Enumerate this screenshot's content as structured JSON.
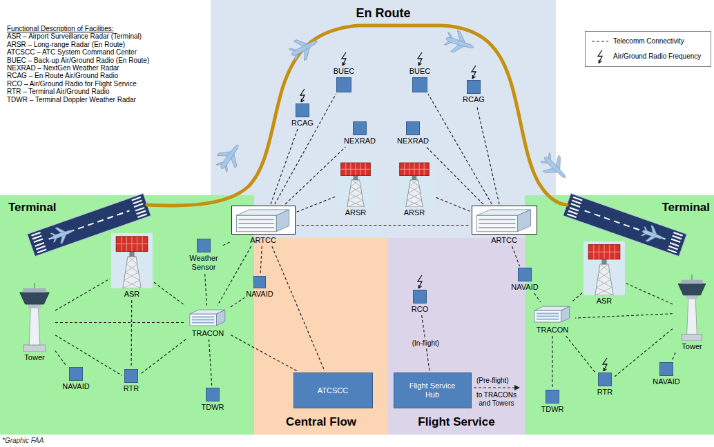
{
  "diagram": {
    "caption": "*Graphic FAA",
    "nodes": [
      {
        "text": [
          "En Route"
        ]
      },
      {
        "text": [
          "RCAG"
        ],
        "in": 0
      },
      {
        "text": [
          "BUEC"
        ],
        "in": 0
      },
      {
        "text": [
          "BUEC"
        ],
        "in": 0
      },
      {
        "text": [
          "RCAG"
        ],
        "in": 0
      },
      {
        "text": [
          "NEXRAD"
        ],
        "in": 0
      },
      {
        "text": [
          "NEXRAD"
        ],
        "in": 0
      },
      {
        "text": [
          "ARSR"
        ],
        "in": 0
      },
      {
        "text": [
          "ARSR"
        ],
        "in": 0
      },
      {
        "text": [
          "Terminal"
        ]
      },
      {
        "text": [
          "Tower"
        ],
        "in": 9
      },
      {
        "text": [
          "ASR"
        ],
        "in": 9
      },
      {
        "text": [
          "Weather Sensor"
        ],
        "in": 9
      },
      {
        "text": [
          "TRACON"
        ],
        "in": 9
      },
      {
        "text": [
          "NAVAID"
        ],
        "in": 9
      },
      {
        "text": [
          "RTR"
        ],
        "in": 9
      },
      {
        "text": [
          "TDWR"
        ],
        "in": 9
      },
      {
        "text": [
          "Central Flow"
        ]
      },
      {
        "text": [
          "ATCSCC"
        ],
        "in": 17
      },
      {
        "text": [
          "Flight Service"
        ]
      },
      {
        "text": [
          "RCO"
        ],
        "in": 19
      },
      {
        "text": [
          "Flight Service Hub"
        ],
        "in": 19
      },
      {
        "text": [
          "Terminal"
        ]
      },
      {
        "text": [
          "ASR"
        ],
        "in": 22
      },
      {
        "text": [
          "Tower"
        ],
        "in": 22
      },
      {
        "text": [
          "TRACON"
        ],
        "in": 22
      },
      {
        "text": [
          "RTR"
        ],
        "in": 22
      },
      {
        "text": [
          "NAVAID"
        ],
        "in": 22
      },
      {
        "text": [
          "TDWR"
        ],
        "in": 22
      },
      {
        "text": [
          "ARTCC"
        ]
      },
      {
        "text": [
          "ARTCC"
        ]
      },
      {
        "text": [
          "NAVAID"
        ]
      },
      {
        "text": [
          "NAVAID"
        ]
      }
    ],
    "edges": [
      {
        "from": 29,
        "to": 1,
        "arrow": "none"
      },
      {
        "from": 29,
        "to": 2,
        "arrow": "none"
      },
      {
        "from": 29,
        "to": 5,
        "arrow": "none"
      },
      {
        "from": 29,
        "to": 7,
        "arrow": "none"
      },
      {
        "from": 29,
        "to": 30,
        "arrow": "none"
      },
      {
        "from": 29,
        "to": 12,
        "arrow": "none"
      },
      {
        "from": 29,
        "to": 13,
        "arrow": "none"
      },
      {
        "from": 29,
        "to": 31,
        "arrow": "none"
      },
      {
        "from": 29,
        "to": 18,
        "arrow": "none"
      },
      {
        "from": 30,
        "to": 4,
        "arrow": "none"
      },
      {
        "from": 30,
        "to": 3,
        "arrow": "none"
      },
      {
        "from": 30,
        "to": 6,
        "arrow": "none"
      },
      {
        "from": 30,
        "to": 8,
        "arrow": "none"
      },
      {
        "from": 30,
        "to": 32,
        "arrow": "none"
      },
      {
        "from": 10,
        "to": 11,
        "arrow": "none"
      },
      {
        "from": 10,
        "to": 13,
        "arrow": "none"
      },
      {
        "from": 10,
        "to": 14,
        "arrow": "none"
      },
      {
        "from": 10,
        "to": 15,
        "arrow": "none"
      },
      {
        "from": 11,
        "to": 13,
        "arrow": "none"
      },
      {
        "from": 11,
        "to": 15,
        "arrow": "none"
      },
      {
        "from": 13,
        "to": 15,
        "arrow": "none"
      },
      {
        "from": 13,
        "to": 16,
        "arrow": "none"
      },
      {
        "from": 13,
        "to": 31,
        "arrow": "none"
      },
      {
        "from": 13,
        "to": 12,
        "arrow": "none"
      },
      {
        "from": 13,
        "to": 18,
        "arrow": "none"
      },
      {
        "from": 20,
        "to": 21,
        "label": "(In-flight)",
        "arrow": "none"
      },
      {
        "from": 23,
        "to": 25,
        "arrow": "none"
      },
      {
        "from": 24,
        "to": 25,
        "arrow": "none"
      },
      {
        "from": 24,
        "to": 23,
        "arrow": "none"
      },
      {
        "from": 24,
        "to": 26,
        "arrow": "none"
      },
      {
        "from": 24,
        "to": 27,
        "arrow": "none"
      },
      {
        "from": 25,
        "to": 26,
        "arrow": "none"
      },
      {
        "from": 25,
        "to": 28,
        "arrow": "none"
      },
      {
        "from": 32,
        "to": 25,
        "arrow": "none"
      }
    ],
    "labels": [
      "Functional Description of Facilities:",
      "ASR – Airport Surveillance Radar (Terminal)",
      "ARSR – Long-range Radar (En Route)",
      "ATCSCC – ATC System Command Center",
      "BUEC – Back-up Air/Ground Radio (En Route)",
      "NEXRAD – NextGen Weather Radar",
      "RCAG – En Route Air/Ground Radio",
      "RCO – Air/Ground Radio for Flight Service",
      "RTR – Terminal Air/Ground Radio",
      "TDWR – Terminal Doppler Weather Radar",
      "(Pre-flight)",
      "to TRACONs and Towers"
    ],
    "legend": [
      {
        "text": "Telecomm Connectivity"
      },
      {
        "text": "Air/Ground Radio Frequency"
      }
    ]
  }
}
